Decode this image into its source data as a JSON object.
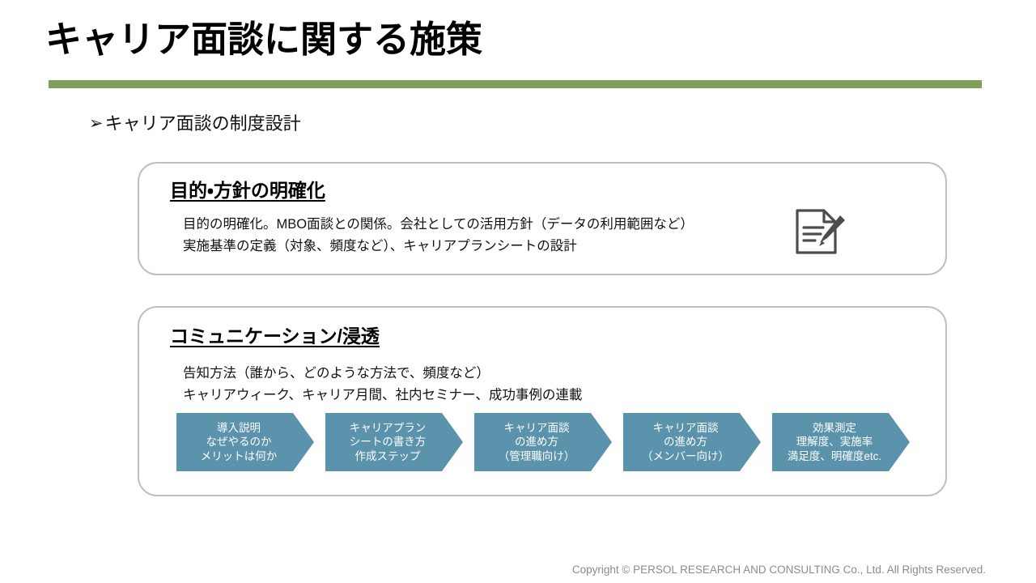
{
  "slide": {
    "title": "キャリア面談に関する施策",
    "accent_color": "#7da159",
    "chevron_color": "#5a93ab",
    "panel_border_color": "#bfbfbf"
  },
  "bullet": {
    "marker": "➢",
    "text": "キャリア面談の制度設計"
  },
  "sections": [
    {
      "heading": "目的・方針の明確化",
      "body_lines": [
        "目的の明確化。MBO面談との関係。会社としての活用方針（データの利用範囲など）",
        "実施基準の定義（対象、頻度など）、キャリアプランシートの設計"
      ],
      "icon": "document-pen-icon"
    },
    {
      "heading": "コミュニケーション/浸透",
      "body_lines": [
        "告知方法（誰から、どのような方法で、頻度など）",
        "キャリアウィーク、キャリア月間、社内セミナー、成功事例の連載"
      ]
    }
  ],
  "process_steps": [
    {
      "lines": [
        "導入説明",
        "なぜやるのか",
        "メリットは何か"
      ]
    },
    {
      "lines": [
        "キャリアプラン",
        "シートの書き方",
        "作成ステップ"
      ]
    },
    {
      "lines": [
        "キャリア面談",
        "の進め方",
        "（管理職向け）"
      ]
    },
    {
      "lines": [
        "キャリア面談",
        "の進め方",
        "（メンバー向け）"
      ]
    },
    {
      "lines": [
        "効果測定",
        "理解度、実施率",
        "満足度、明確度etc."
      ]
    }
  ],
  "footer": {
    "copyright": "Copyright © PERSOL  RESEARCH AND CONSULTING Co., Ltd. All Rights Reserved."
  }
}
